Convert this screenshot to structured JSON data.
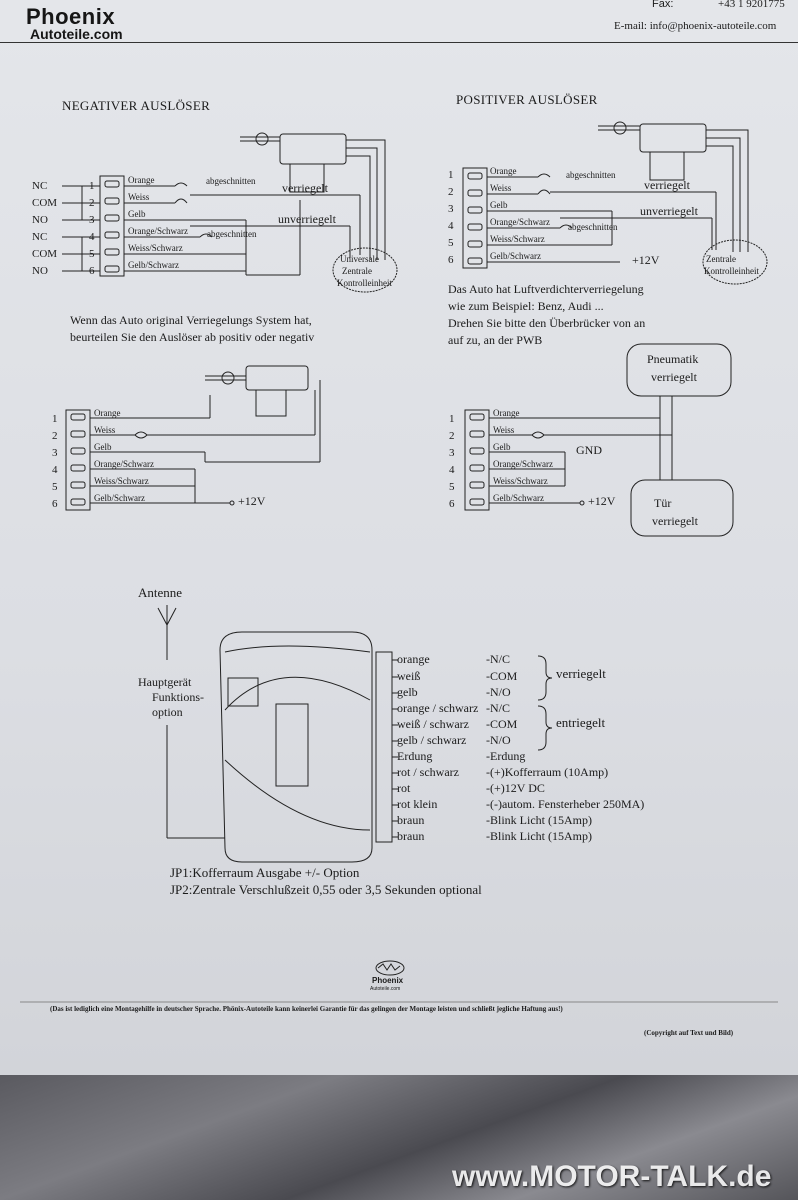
{
  "header": {
    "brand": "Phoenix",
    "brand_sub": "Autoteile.com",
    "fax_label": "Fax:",
    "fax_number": "+43 1 9201775",
    "email": "E-mail: info@phoenix-autoteile.com"
  },
  "negative": {
    "title": "NEGATIVER AUSLÖSER",
    "terminals": [
      "NC",
      "COM",
      "NO",
      "NC",
      "COM",
      "NO"
    ],
    "numbers": [
      "1",
      "2",
      "3",
      "4",
      "5",
      "6"
    ],
    "wires": [
      "Orange",
      "Weiss",
      "Gelb",
      "Orange/Schwarz",
      "Weiss/Schwarz",
      "Gelb/Schwarz"
    ],
    "cut1": "abgeschnitten",
    "cut2": "abgeschnitten",
    "locked": "verriegelt",
    "unlocked": "unverriegelt",
    "unit": [
      "Universale",
      "Zentrale",
      "Kontrolleinheit"
    ]
  },
  "positive": {
    "title": "POSITIVER AUSLÖSER",
    "numbers": [
      "1",
      "2",
      "3",
      "4",
      "5",
      "6"
    ],
    "wires": [
      "Orange",
      "Weiss",
      "Gelb",
      "Orange/Schwarz",
      "Weiss/Schwarz",
      "Gelb/Schwarz"
    ],
    "cut1": "abgeschnitten",
    "cut2": "abgeschnitten",
    "locked": "verriegelt",
    "unlocked": "unverriegelt",
    "v12": "+12V",
    "unit": [
      "Zentrale",
      "Kontrolleinheit"
    ]
  },
  "note_left": [
    "Wenn das Auto original Verriegelungs System hat,",
    "beurteilen Sie den Auslöser ab positiv oder negativ"
  ],
  "note_right": [
    "Das Auto hat Luftverdichterverriegelung",
    "wie zum Beispiel: Benz, Audi ...",
    "Drehen Sie bitte den Überbrücker von an",
    "auf zu, an der PWB"
  ],
  "mid_left": {
    "numbers": [
      "1",
      "2",
      "3",
      "4",
      "5",
      "6"
    ],
    "wires": [
      "Orange",
      "Weiss",
      "Gelb",
      "Orange/Schwarz",
      "Weiss/Schwarz",
      "Gelb/Schwarz"
    ],
    "v12": "+12V"
  },
  "mid_right": {
    "numbers": [
      "1",
      "2",
      "3",
      "4",
      "5",
      "6"
    ],
    "wires": [
      "Orange",
      "Weiss",
      "Gelb",
      "Orange/Schwarz",
      "Weiss/Schwarz",
      "Gelb/Schwarz"
    ],
    "gnd": "GND",
    "v12": "+12V",
    "pneumatik": [
      "Pneumatik",
      "verriegelt"
    ],
    "door": [
      "Tür",
      "verriegelt"
    ]
  },
  "main": {
    "antenna": "Antenne",
    "unit_label": [
      "Hauptgerät",
      "Funktions-",
      "option"
    ],
    "rows": [
      {
        "wire": "orange",
        "func": "-N/C"
      },
      {
        "wire": "weiß",
        "func": "-COM"
      },
      {
        "wire": "gelb",
        "func": "-N/O"
      },
      {
        "wire": "orange / schwarz",
        "func": "-N/C"
      },
      {
        "wire": "weiß / schwarz",
        "func": "-COM"
      },
      {
        "wire": "gelb / schwarz",
        "func": "-N/O"
      },
      {
        "wire": "Erdung",
        "func": "-Erdung"
      },
      {
        "wire": "rot / schwarz",
        "func": "-(+)Kofferraum (10Amp)"
      },
      {
        "wire": "rot",
        "func": "-(+)12V DC"
      },
      {
        "wire": "rot klein",
        "func": "-(-)autom. Fensterheber 250MA)"
      },
      {
        "wire": "braun",
        "func": "-Blink Licht (15Amp)"
      },
      {
        "wire": "braun",
        "func": "-Blink Licht (15Amp)"
      }
    ],
    "group_locked": "verriegelt",
    "group_unlocked": "entriegelt",
    "jp1": "JP1:Kofferraum Ausgabe +/- Option",
    "jp2": "JP2:Zentrale Verschlußzeit 0,55 oder 3,5 Sekunden optional"
  },
  "footer": {
    "logo_text": "Phoenix",
    "logo_sub": "Autoteile.com",
    "disclaimer": "(Das ist lediglich eine Montagehilfe in deutscher Sprache. Phönix-Autoteile kann keinerlei Garantie für das gelingen der Montage leisten und schließt jegliche Haftung aus!)",
    "copyright": "(Copyright auf Text und Bild)"
  },
  "watermark": "www.MOTOR-TALK.de"
}
